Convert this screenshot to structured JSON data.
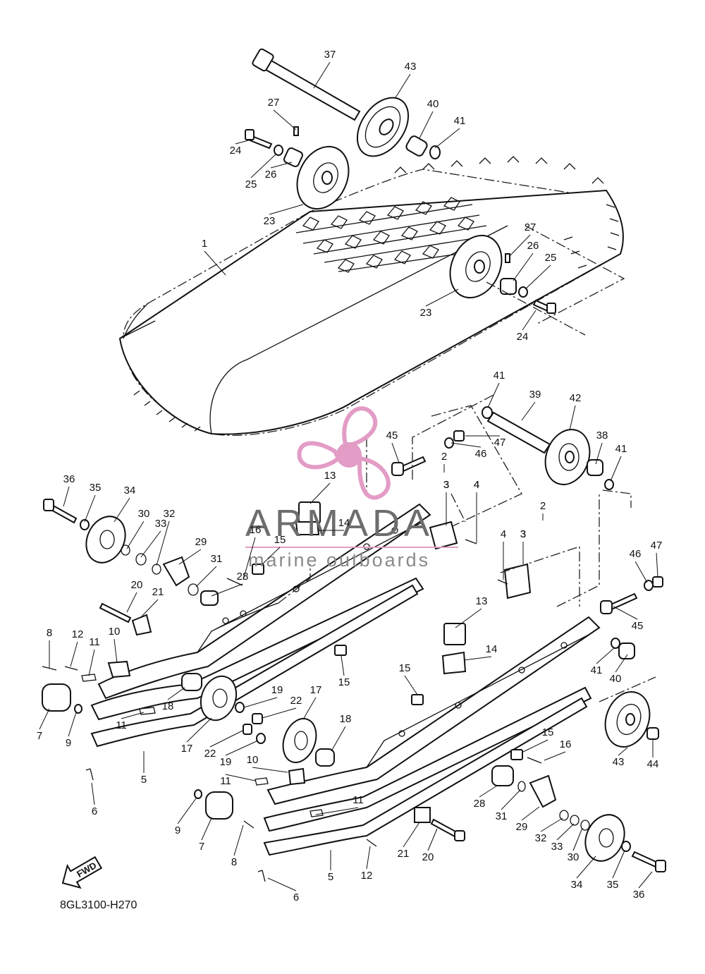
{
  "diagram": {
    "code": "8GL3100-H270",
    "fwd_label": "FWD",
    "watermark": {
      "title": "ARMADA",
      "subtitle": "marine outboards",
      "color": "#e39cc6"
    },
    "callouts": [
      "1",
      "2",
      "2",
      "3",
      "3",
      "3",
      "3",
      "4",
      "4",
      "4",
      "5",
      "5",
      "6",
      "6",
      "7",
      "7",
      "8",
      "8",
      "9",
      "9",
      "10",
      "10",
      "11",
      "11",
      "11",
      "11",
      "12",
      "12",
      "13",
      "13",
      "14",
      "14",
      "15",
      "15",
      "15",
      "15",
      "16",
      "16",
      "17",
      "17",
      "18",
      "18",
      "19",
      "19",
      "20",
      "20",
      "21",
      "21",
      "22",
      "22",
      "23",
      "23",
      "24",
      "24",
      "25",
      "25",
      "26",
      "26",
      "27",
      "27",
      "28",
      "28",
      "29",
      "29",
      "30",
      "30",
      "31",
      "31",
      "32",
      "32",
      "33",
      "33",
      "34",
      "34",
      "35",
      "35",
      "36",
      "36",
      "37",
      "38",
      "39",
      "40",
      "40",
      "41",
      "41",
      "41",
      "41",
      "42",
      "43",
      "43",
      "44",
      "45",
      "45",
      "46",
      "46",
      "47",
      "47"
    ]
  }
}
